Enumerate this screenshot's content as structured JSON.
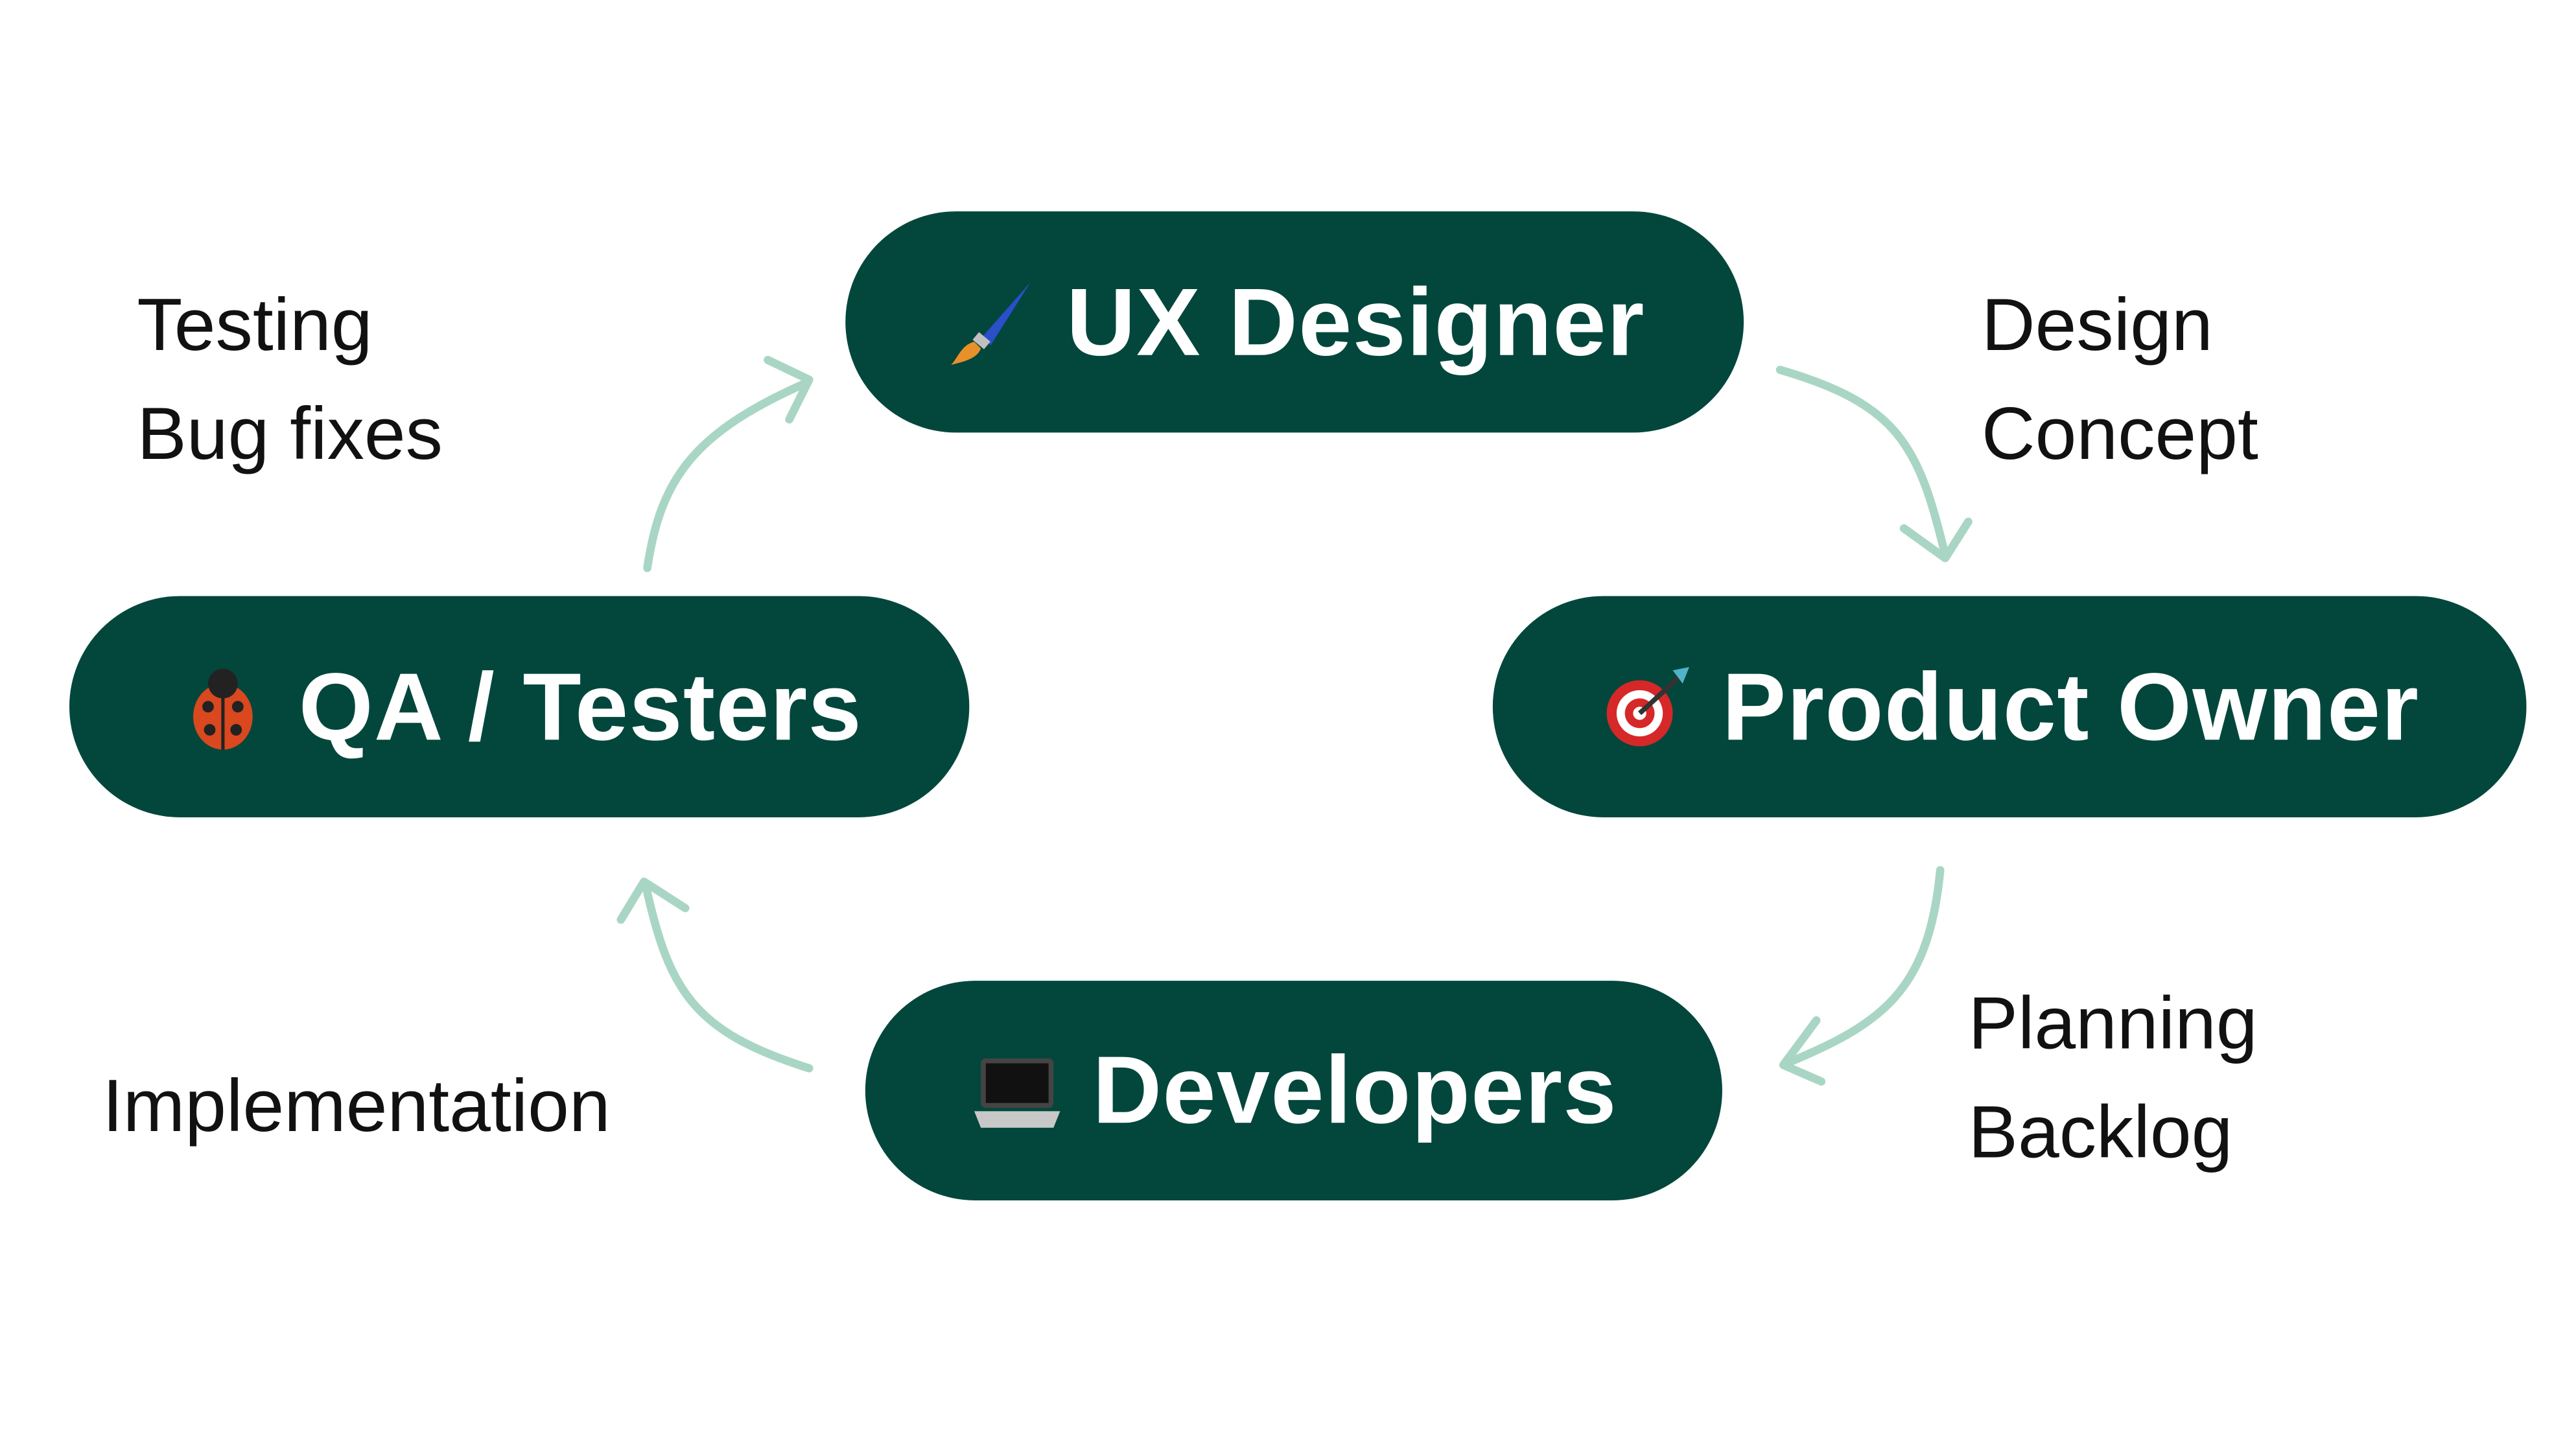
{
  "nodes": {
    "ux": {
      "label": "UX Designer",
      "icon": "paintbrush-icon"
    },
    "po": {
      "label": "Product Owner",
      "icon": "target-icon"
    },
    "dev": {
      "label": "Developers",
      "icon": "laptop-icon"
    },
    "qa": {
      "label": "QA / Testers",
      "icon": "ladybug-icon"
    }
  },
  "edges": {
    "ux_to_po": {
      "line1": "Design",
      "line2": "Concept"
    },
    "po_to_dev": {
      "line1": "Planning",
      "line2": "Backlog"
    },
    "dev_to_qa": {
      "line1": "Implementation"
    },
    "qa_to_ux": {
      "line1": "Testing",
      "line2": "Bug fixes"
    }
  },
  "colors": {
    "node_fill": "#03473c",
    "node_text": "#ffffff",
    "arrow": "#a9d6c4",
    "label_text": "#111111"
  }
}
